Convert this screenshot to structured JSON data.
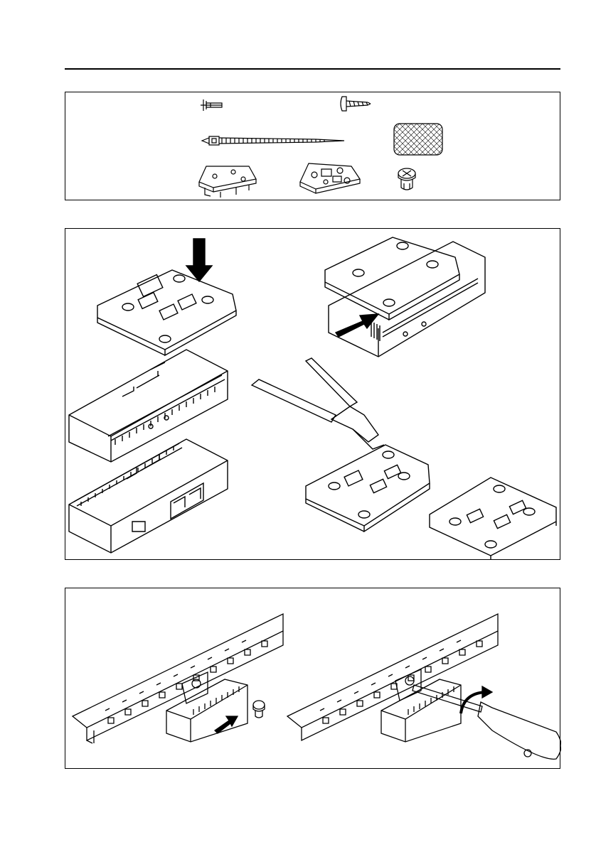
{
  "page": {
    "panels": [
      {
        "name": "parts-list-panel",
        "items": [
          "plastic-rivet",
          "pan-head-screw",
          "cable-tie",
          "adhesive-pad",
          "flat-mounting-plate",
          "clip-mounting-plate",
          "snap-bolt"
        ]
      },
      {
        "name": "assembly-panel",
        "steps": [
          "attach-plate-to-housing",
          "slide-housing-into-plate",
          "cut-tabs-with-pliers"
        ]
      },
      {
        "name": "rail-mounting-panel",
        "steps": [
          "attach-to-rail",
          "tighten-with-screwdriver"
        ]
      }
    ],
    "colors": {
      "line": "#000000",
      "background": "#ffffff"
    },
    "icons": [
      "arrow-down-icon",
      "arrow-right-icon",
      "rotate-arrow-icon",
      "pliers-icon",
      "screwdriver-icon"
    ]
  }
}
